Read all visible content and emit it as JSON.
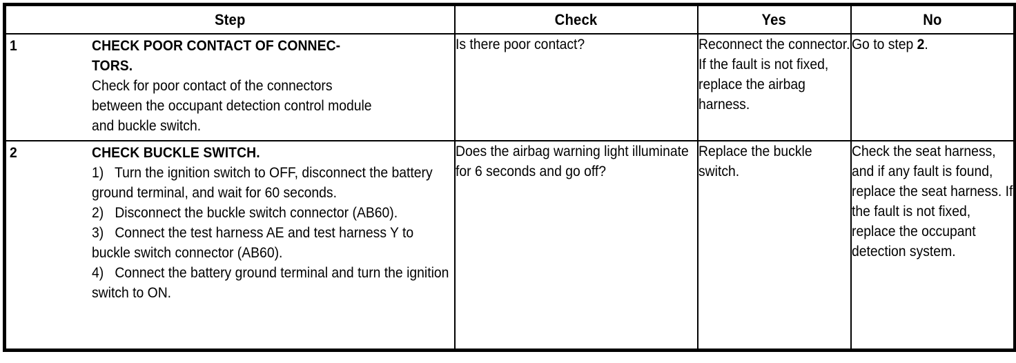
{
  "table": {
    "headers": {
      "step": "Step",
      "check": "Check",
      "yes": "Yes",
      "no": "No"
    },
    "rows": [
      {
        "number": "1",
        "step": {
          "title": "CHECK POOR CONTACT OF CONNEC-\nTORS.",
          "body": "Check for poor contact of the connectors\nbetween the occupant detection control module\nand buckle switch."
        },
        "check": "Is there poor contact?",
        "yes": "Reconnect the connector. If the fault is not fixed, replace the airbag harness.",
        "no_prefix": "Go to step ",
        "no_bold": "2",
        "no_suffix": "."
      },
      {
        "number": "2",
        "step": {
          "title": "CHECK BUCKLE SWITCH.",
          "body": "1)   Turn the ignition switch to OFF, disconnect the battery ground terminal, and wait for 60 seconds.\n2)   Disconnect the buckle switch connector (AB60).\n3)   Connect the test harness AE and test harness Y to buckle switch connector (AB60).\n4)   Connect the battery ground terminal and turn the ignition switch to ON."
        },
        "check": "Does the airbag warning light illuminate for 6 seconds and go off?",
        "yes": "Replace the buckle switch.",
        "no": "Check the seat harness, and if any fault is found, replace the seat harness. If the fault is not fixed, replace the occupant detection system."
      }
    ]
  },
  "colors": {
    "border": "#000000",
    "text": "#000000",
    "background": "#ffffff"
  }
}
